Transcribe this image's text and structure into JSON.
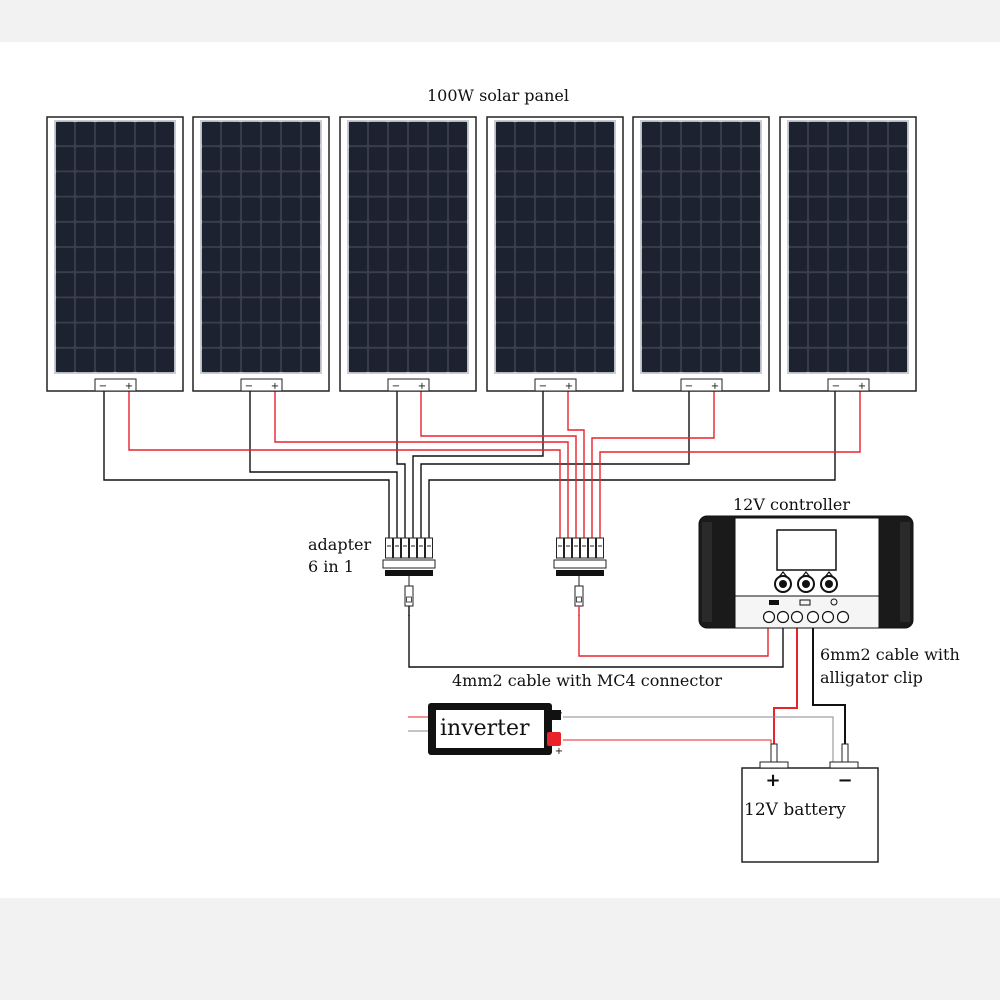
{
  "colors": {
    "positive_wire": "#e8232a",
    "negative_wire": "#111111",
    "cell": "#1d2230",
    "frame": "#c9ccd2",
    "band": "#f2f2f2"
  },
  "panels": {
    "title": "100W solar panel",
    "items": [
      {
        "neg": "−",
        "pos": "+"
      },
      {
        "neg": "−",
        "pos": "+"
      },
      {
        "neg": "−",
        "pos": "+"
      },
      {
        "neg": "−",
        "pos": "+"
      },
      {
        "neg": "−",
        "pos": "+"
      },
      {
        "neg": "−",
        "pos": "+"
      }
    ]
  },
  "adapter": {
    "line1": "adapter",
    "line2": "6 in 1"
  },
  "controller": {
    "title": "12V  controller",
    "icons": [
      "panel-icon",
      "battery-icon",
      "bulb-icon"
    ]
  },
  "cables": {
    "mc4": "4mm2 cable with MC4 connector",
    "clip_line1": "6mm2 cable with",
    "clip_line2": "alligator clip"
  },
  "inverter": {
    "label": "inverter",
    "pos": "+",
    "neg": "−"
  },
  "battery": {
    "label": "12V battery",
    "pos": "+",
    "neg": "−"
  }
}
